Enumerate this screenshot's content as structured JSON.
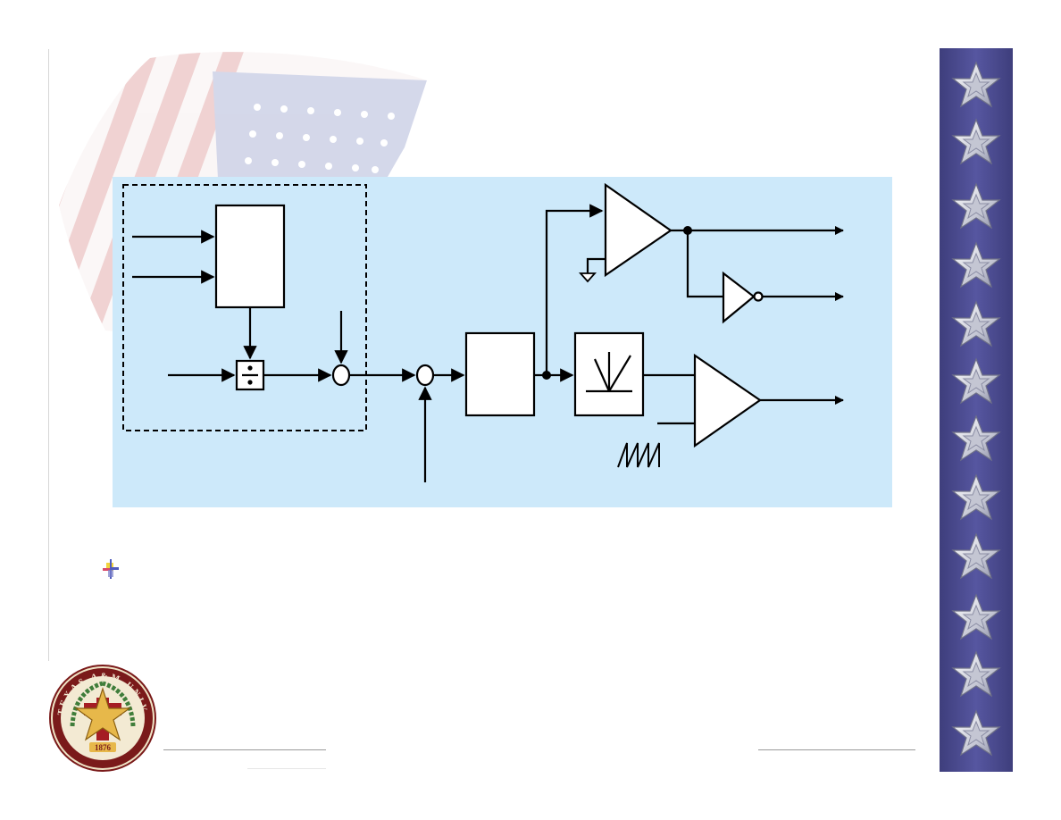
{
  "slide": {
    "background": "#ffffff",
    "diagram_background": "#cde9fa",
    "star_panel_color": "#4a4a8e"
  },
  "decorations": {
    "watermark": "american-flag",
    "side_stars": 12,
    "logo": "texas-a-and-m-university-seal",
    "seal_text": "TEXAS A&M UNIVERSITY",
    "seal_year": "1876"
  },
  "diagram": {
    "blocks": [
      "box",
      "divider",
      "summing-node",
      "summing-node",
      "box",
      "comparator",
      "inverter",
      "ramp-generator",
      "comparator"
    ],
    "icons": [
      "ground-icon",
      "sawtooth-icon"
    ]
  }
}
